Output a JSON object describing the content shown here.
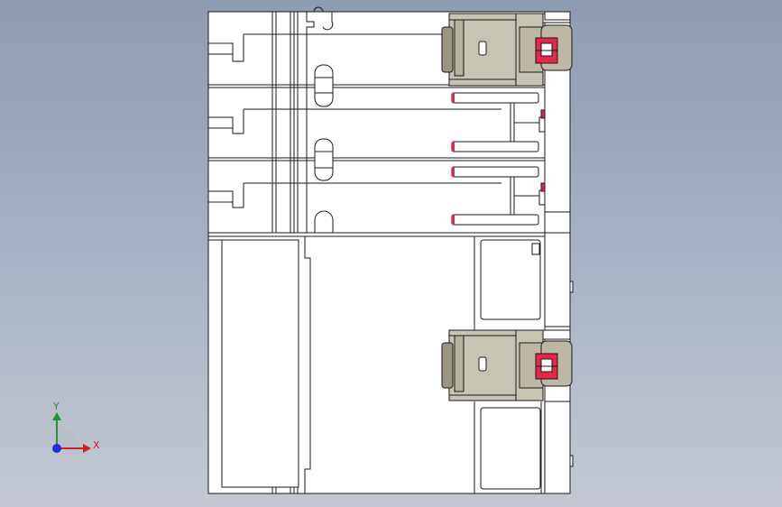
{
  "viewport": {
    "background_top": "#8e9bb1",
    "background_bottom": "#c3c8d2"
  },
  "model": {
    "name": "terminal-block-front-view",
    "body_color": "#ffffff",
    "line_color": "#1a1a1a",
    "clamp_color": "#c8c4b4",
    "clamp_dark": "#8f8a78",
    "marker_color": "#e8264a",
    "marker_dark": "#b01030"
  },
  "triad": {
    "x_label": "X",
    "y_label": "Y",
    "x_color": "#d21e1e",
    "y_color": "#1a9a2e",
    "z_color": "#1e2fd2"
  }
}
